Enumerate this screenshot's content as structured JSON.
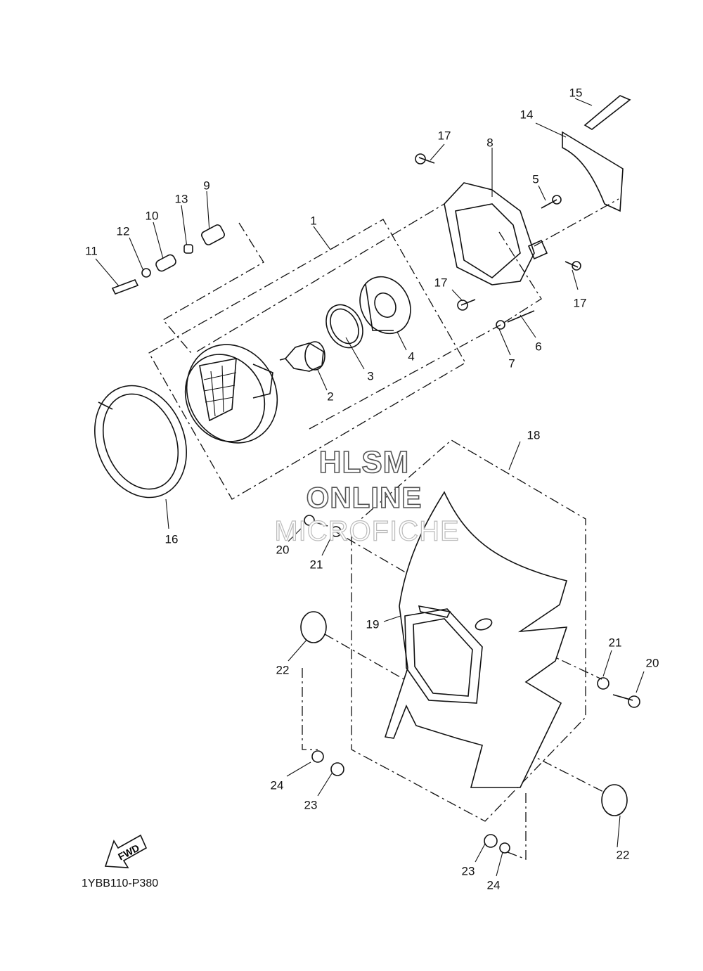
{
  "diagram": {
    "code": "1YBB110-P380",
    "fwd_label": "FWD",
    "watermark": {
      "line1": "HLSM",
      "line2": "ONLINE",
      "line3": "MICROFICHE"
    },
    "callouts": [
      {
        "id": "c1",
        "text": "1"
      },
      {
        "id": "c2",
        "text": "2"
      },
      {
        "id": "c3",
        "text": "3"
      },
      {
        "id": "c4",
        "text": "4"
      },
      {
        "id": "c5",
        "text": "5"
      },
      {
        "id": "c6",
        "text": "6"
      },
      {
        "id": "c7",
        "text": "7"
      },
      {
        "id": "c8",
        "text": "8"
      },
      {
        "id": "c9",
        "text": "9"
      },
      {
        "id": "c10",
        "text": "10"
      },
      {
        "id": "c11",
        "text": "11"
      },
      {
        "id": "c12",
        "text": "12"
      },
      {
        "id": "c13",
        "text": "13"
      },
      {
        "id": "c14",
        "text": "14"
      },
      {
        "id": "c15",
        "text": "15"
      },
      {
        "id": "c16",
        "text": "16"
      },
      {
        "id": "c17a",
        "text": "17"
      },
      {
        "id": "c17b",
        "text": "17"
      },
      {
        "id": "c17c",
        "text": "17"
      },
      {
        "id": "c18",
        "text": "18"
      },
      {
        "id": "c19",
        "text": "19"
      },
      {
        "id": "c20a",
        "text": "20"
      },
      {
        "id": "c20b",
        "text": "20"
      },
      {
        "id": "c21a",
        "text": "21"
      },
      {
        "id": "c21b",
        "text": "21"
      },
      {
        "id": "c22a",
        "text": "22"
      },
      {
        "id": "c22b",
        "text": "22"
      },
      {
        "id": "c23a",
        "text": "23"
      },
      {
        "id": "c23b",
        "text": "23"
      },
      {
        "id": "c24a",
        "text": "24"
      },
      {
        "id": "c24b",
        "text": "24"
      }
    ]
  }
}
